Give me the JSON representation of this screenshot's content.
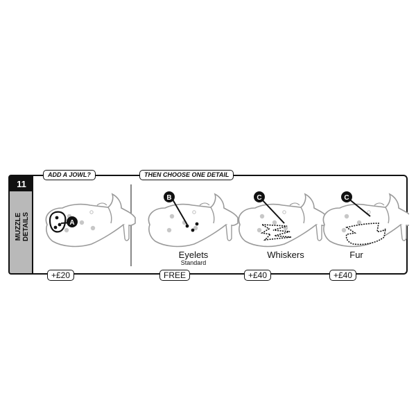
{
  "step": {
    "number": "11",
    "section_label_line1": "MUZZLE",
    "section_label_line2": "DETAILS"
  },
  "jowl": {
    "header": "ADD A JOWL?",
    "marker": "A",
    "price": "+£20"
  },
  "details": {
    "header": "THEN CHOOSE ONE DETAIL",
    "options": [
      {
        "name": "Eyelets",
        "sub": "Standard",
        "marker": "B",
        "price": "FREE"
      },
      {
        "name": "Whiskers",
        "sub": "",
        "marker": "C",
        "price": "+£40"
      },
      {
        "name": "Fur",
        "sub": "",
        "marker": "C",
        "price": "+£40"
      }
    ]
  },
  "colors": {
    "sidebar": "#b9b9b9",
    "ink": "#111111",
    "muzzle_stroke": "#9a9a9a"
  }
}
